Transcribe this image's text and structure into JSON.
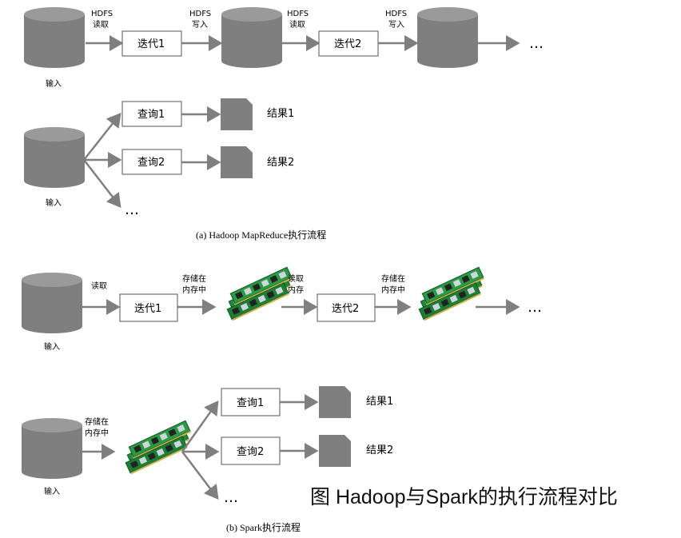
{
  "labels": {
    "hdfs": "HDFS",
    "read": "读取",
    "write": "写入",
    "input": "输入",
    "iter1": "迭代1",
    "iter2": "迭代2",
    "query1": "查询1",
    "query2": "查询2",
    "result1": "结果1",
    "result2": "结果2",
    "ellipsis": "…",
    "store_line1": "存储在",
    "store_line2": "内存中",
    "mem_read_line1": "读取",
    "mem_read_line2": "内存"
  },
  "captions": {
    "a": "(a) Hadoop MapReduce执行流程",
    "b": "(b) Spark执行流程"
  },
  "title": "图 Hadoop与Spark的执行流程对比",
  "colors": {
    "gray": "#7f7f7f",
    "ram_green": "#1f8a3a"
  },
  "icons": [
    "cylinder-database-icon",
    "document-icon",
    "ram-module-icon"
  ]
}
